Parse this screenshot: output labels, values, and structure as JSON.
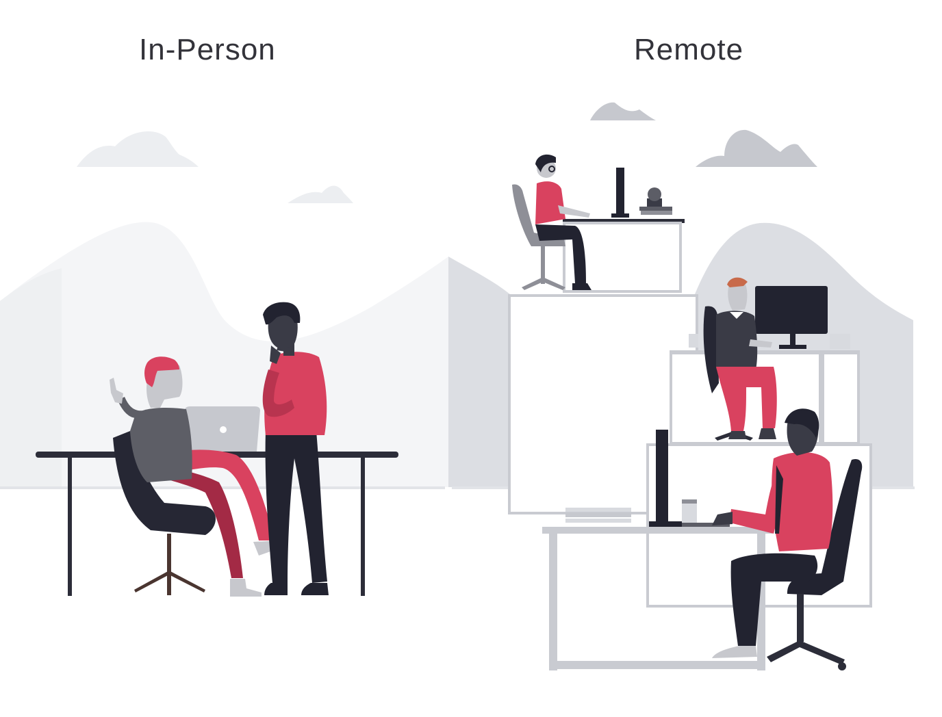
{
  "panels": {
    "left": {
      "title": "In-Person",
      "figures": [
        "person-seated-with-laptop",
        "person-standing-thinking"
      ]
    },
    "right": {
      "title": "Remote",
      "figures": [
        "remote-worker-top",
        "remote-worker-middle",
        "remote-worker-bottom"
      ]
    }
  },
  "palette": {
    "accent_red": "#d9425f",
    "dark_red": "#a32a45",
    "navy": "#222330",
    "grey_light": "#f4f5f7",
    "grey_mid": "#d8dadf",
    "grey_dark": "#5c5d66",
    "skin_grey": "#c7c8cd",
    "line_grey": "#c9cbd1"
  }
}
